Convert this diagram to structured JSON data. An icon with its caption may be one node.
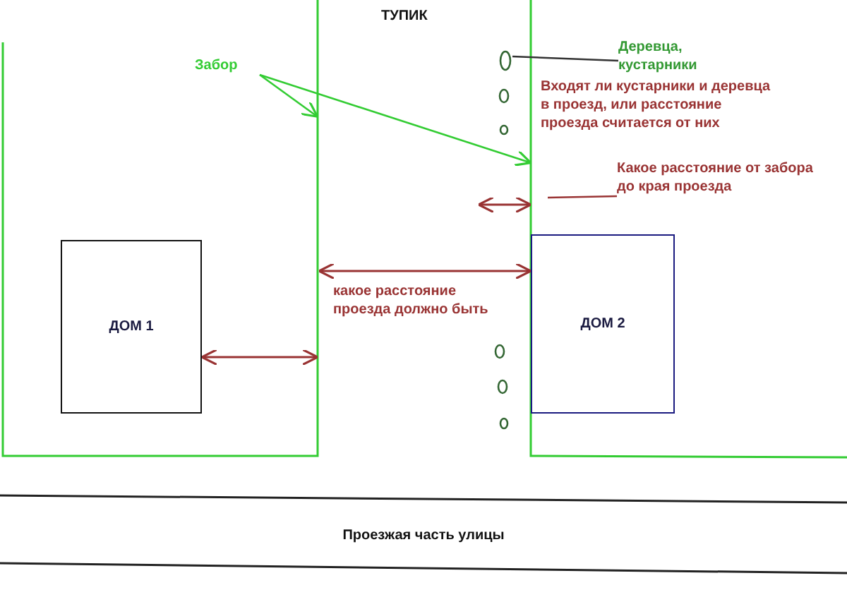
{
  "diagram": {
    "nodes": [
      {
        "text": [
          "Деревца, кустарники"
        ]
      },
      {
        "text": [],
        "shape": "circle"
      },
      {
        "text": [
          "Забор"
        ]
      },
      {
        "text": [
          "Какое расстояние от забора до края проезда"
        ]
      },
      {
        "text": [
          "ДОМ 1"
        ]
      },
      {
        "text": [
          "ДОМ 2"
        ]
      }
    ],
    "edges": [
      {
        "from": 2,
        "to": null,
        "arrow": "to",
        "color": "#33cc33"
      },
      {
        "from": 2,
        "to": null,
        "arrow": "to",
        "color": "#33cc33"
      },
      {
        "from": 0,
        "to": 1,
        "arrow": "none",
        "color": "#333333"
      },
      {
        "from": 3,
        "to": null,
        "arrow": "none",
        "color": "#993333"
      }
    ],
    "labels": [
      "ТУПИК",
      "Входят ли кустарники и деревца в проезд, или расстояние проезда считается от них",
      "какое расстояние проезда должно быть",
      "Проезжая часть улицы"
    ]
  }
}
